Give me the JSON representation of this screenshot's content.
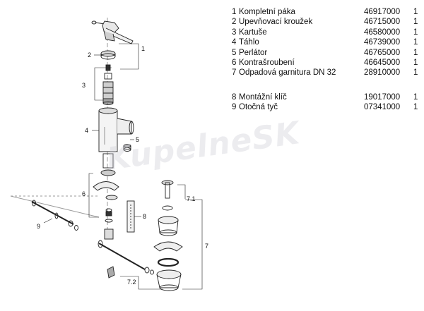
{
  "parts": [
    {
      "num": "1",
      "name": "Kompletní páka",
      "code": "46917000",
      "qty": "1"
    },
    {
      "num": "2",
      "name": "Upevňovací kroužek",
      "code": "46715000",
      "qty": "1"
    },
    {
      "num": "3",
      "name": "Kartuše",
      "code": "46580000",
      "qty": "1"
    },
    {
      "num": "4",
      "name": "Táhlo",
      "code": "46739000",
      "qty": "1"
    },
    {
      "num": "5",
      "name": "Perlátor",
      "code": "46765000",
      "qty": "1"
    },
    {
      "num": "6",
      "name": "Kontrašroubení",
      "code": "46645000",
      "qty": "1"
    },
    {
      "num": "7",
      "name": "Odpadová garnitura DN 32",
      "code": "28910000",
      "qty": "1"
    }
  ],
  "tools": [
    {
      "num": "8",
      "name": "Montážní klíč",
      "code": "19017000",
      "qty": "1"
    },
    {
      "num": "9",
      "name": "Otočná tyč",
      "code": "07341000",
      "qty": "1"
    }
  ],
  "watermark": "KupelneSK",
  "callouts": {
    "c1": "1",
    "c2": "2",
    "c3": "3",
    "c4": "4",
    "c5": "5",
    "c6": "6",
    "c7": "7",
    "c71": "7.1",
    "c72": "7.2",
    "c8": "8",
    "c9": "9"
  }
}
